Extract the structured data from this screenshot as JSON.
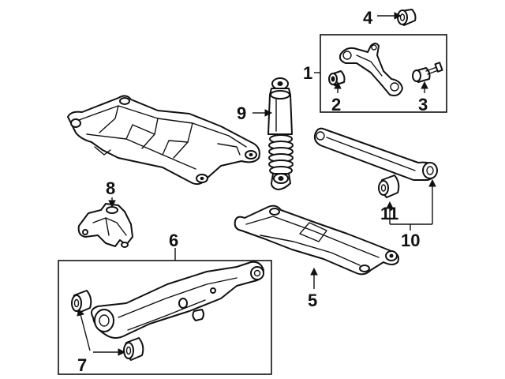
{
  "diagram": {
    "callouts": [
      {
        "id": "c1",
        "label": "1"
      },
      {
        "id": "c2",
        "label": "2"
      },
      {
        "id": "c3",
        "label": "3"
      },
      {
        "id": "c4",
        "label": "4"
      },
      {
        "id": "c5",
        "label": "5"
      },
      {
        "id": "c6",
        "label": "6"
      },
      {
        "id": "c7",
        "label": "7"
      },
      {
        "id": "c8",
        "label": "8"
      },
      {
        "id": "c9",
        "label": "9"
      },
      {
        "id": "c10",
        "label": "10"
      },
      {
        "id": "c11",
        "label": "11"
      }
    ],
    "colors": {
      "ink": "#111111",
      "paper": "#ffffff"
    }
  }
}
